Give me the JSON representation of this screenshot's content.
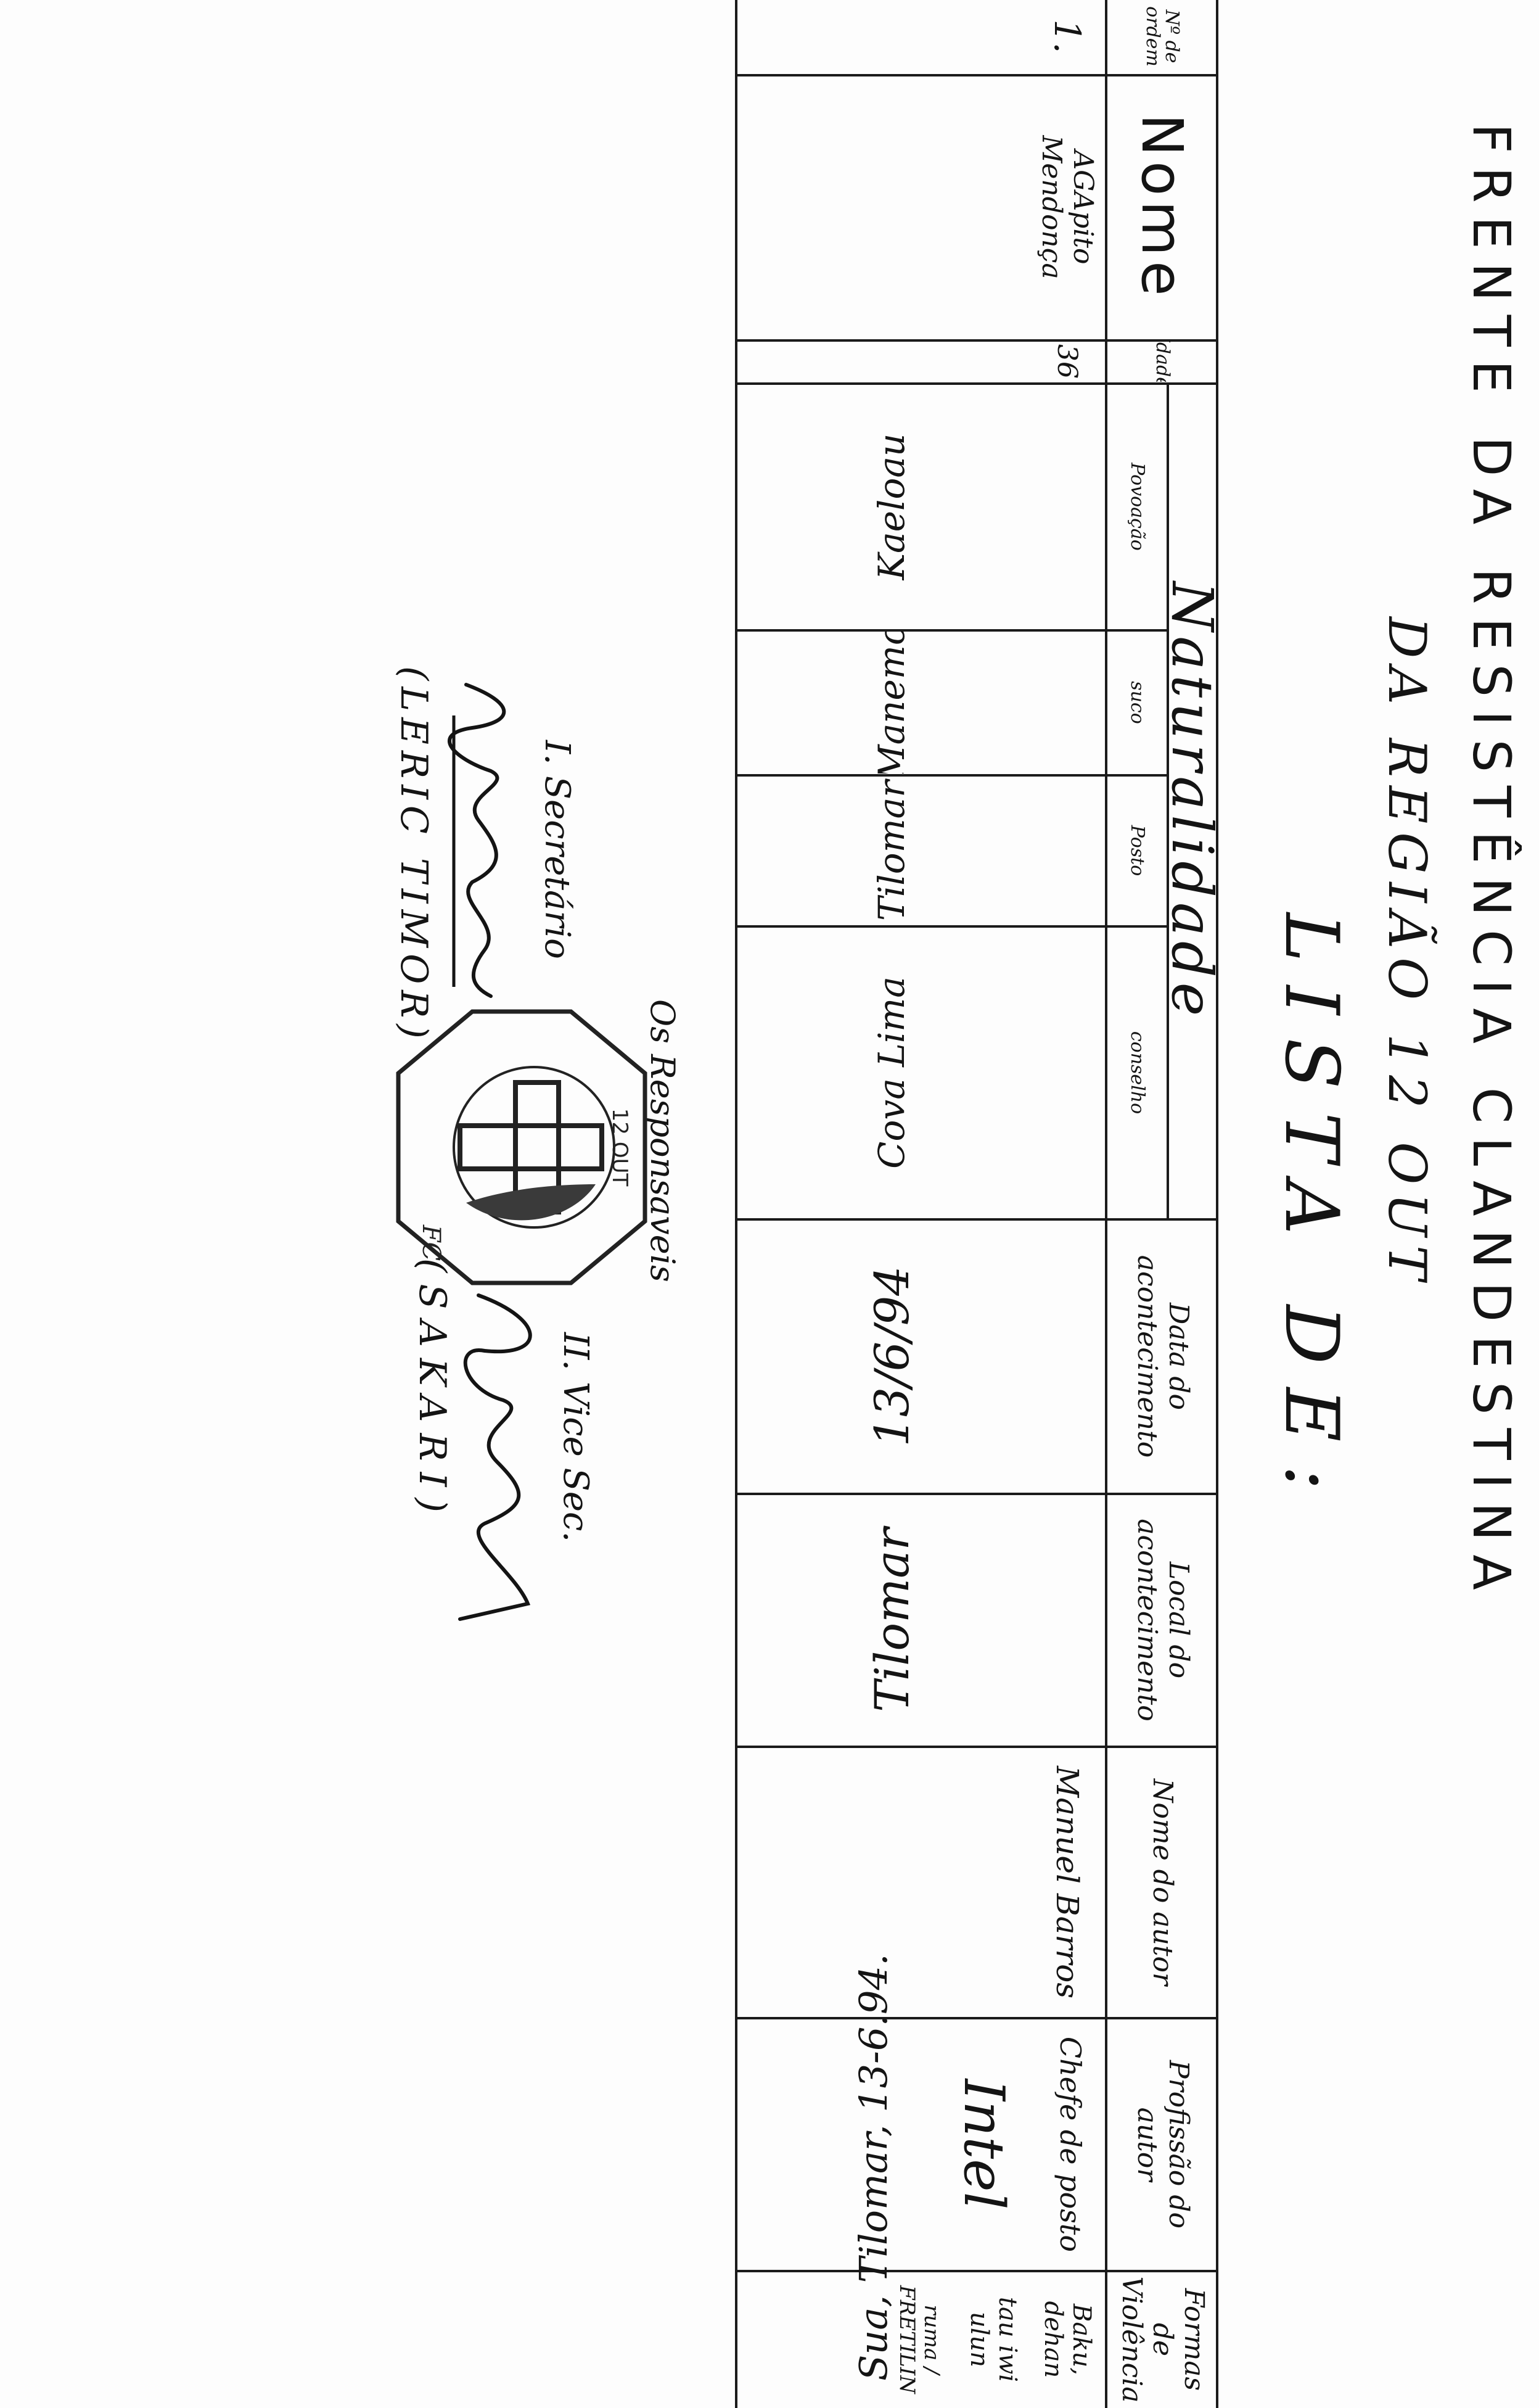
{
  "title": {
    "line1": "FRENTE DA RESISTÊNCIA CLANDESTINA",
    "line2": "DA REGIÃO 12 OUT",
    "line3": "LISTA DE:"
  },
  "table": {
    "headers": {
      "no_ordem": "Nº de ordem",
      "nome": "Nome",
      "idade": "Idade",
      "naturalidade": "Naturalidade",
      "povoacao": "Povoação",
      "suco": "suco",
      "posto": "Posto",
      "conselho": "conselho",
      "data": "Data do acontecimento",
      "local": "Local do acontecimento",
      "nome_autor": "Nome do autor",
      "profissao": "Profissão do autor",
      "formas": "Formas de Violência"
    },
    "row": {
      "no": "1.",
      "nome": "AGApito Mendonça",
      "idade": "36",
      "povoacao": "Kaeloau",
      "suco": "Manemo",
      "posto": "Tilomar",
      "conselho": "Cova Lima",
      "data": "13/6/94",
      "local": "Tilomar",
      "nome_autor": "Manuel Barros",
      "profissao_line1": "Chefe de posto",
      "profissao_line2": "Intel",
      "formas_line1": "Baku, dehan",
      "formas_line2": "tau iwi ulun",
      "formas_line3": "ruma / FRETILIN"
    }
  },
  "footer": {
    "place_date": "Sua, Tilomar, 13-6.94.",
    "responsaveis": "Os Responsaveis",
    "secretario_label": "I. Secretário",
    "vice_label": "II. Vice Sec.",
    "secretario_name": "(LERIC TIMOR)",
    "vice_name": "(SAKARI)",
    "stamp_text": "12 OUT",
    "stamp_initials": "FC"
  }
}
